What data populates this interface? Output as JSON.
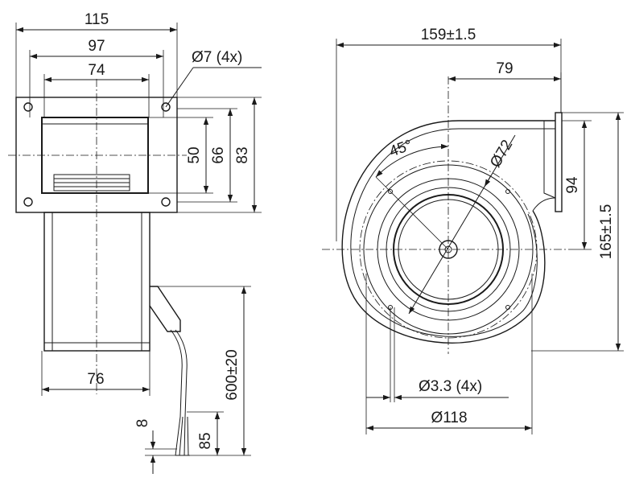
{
  "colors": {
    "line": "#1a1a1a",
    "background": "#ffffff"
  },
  "side_view": {
    "dim_width_overall": "115",
    "dim_width_outlet_outer": "97",
    "dim_width_outlet_inner": "74",
    "dim_hole_diameter": "Ø7 (4x)",
    "dim_height_50": "50",
    "dim_height_66": "66",
    "dim_height_83": "83",
    "dim_body_width": "76",
    "dim_cable_length": "600±20",
    "dim_strip_8": "8",
    "dim_strip_85": "85"
  },
  "front_view": {
    "dim_width_overall": "159±1.5",
    "dim_axis_to_outlet": "79",
    "dim_angle": "45°",
    "dim_bolt_circle": "Ø72",
    "dim_outlet_height": "94",
    "dim_height_overall": "165±1.5",
    "dim_mount_hole": "Ø3.3 (4x)",
    "dim_impeller_diameter": "Ø118"
  }
}
